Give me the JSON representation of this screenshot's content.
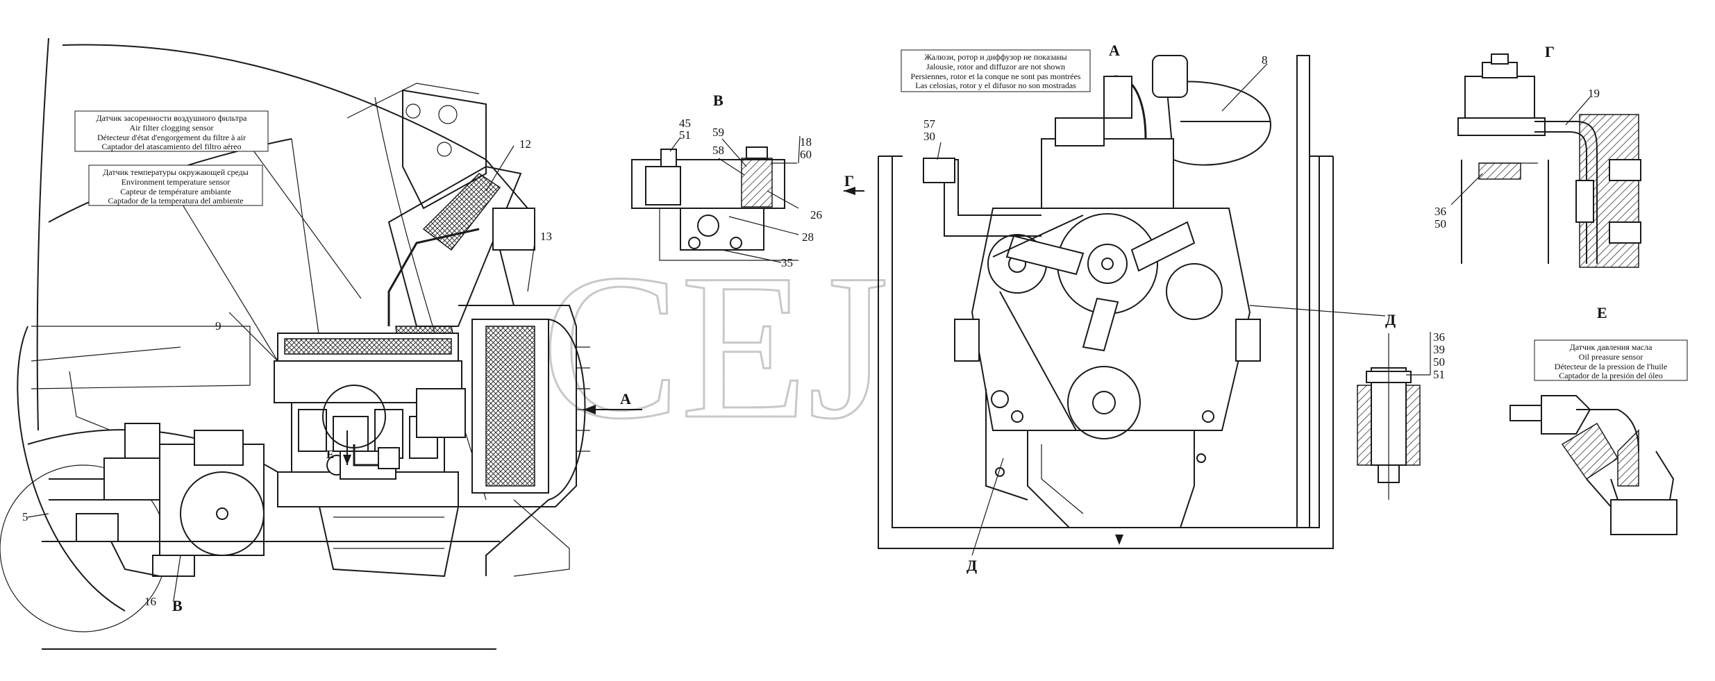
{
  "watermark": "CEJ",
  "notes": {
    "air_filter_sensor": [
      "Датчик засоренности воздушного фильтра",
      "Air filter clogging sensor",
      "Détecteur d'état d'engorgement du filtre à air",
      "Captador del atascamiento del filtro aéreo"
    ],
    "env_temp_sensor": [
      "Датчик температуры окружающей среды",
      "Environment temperature sensor",
      "Capteur de température ambiante",
      "Captador de la temperatura del  ambiente"
    ],
    "jalousie": [
      "Жалюзи, ротор и диффузор не показаны",
      "Jalousie, rotor and diffuzor are not shown",
      "Persiennes, rotor et la conque ne sont pas montrées",
      "Las celosias, rotor y el difusor no son mostradas"
    ],
    "oil_pressure_sensor": [
      "Датчик давления масла",
      "Oil preasure sensor",
      "Détecteur de la pression de l'huile",
      "Captador de la presión del óleo"
    ]
  },
  "views": {
    "A_label": "А",
    "A_arrow": "А",
    "B_label": "В",
    "B_ref": "В",
    "G_label": "Г",
    "G_arrow": "Г",
    "D_label": "Д",
    "D_ref": "Д",
    "E_label": "Е",
    "E_ref": "E"
  },
  "callouts": {
    "c5": "5",
    "c9": "9",
    "c12": "12",
    "c13": "13",
    "c16": "16",
    "b_45": "45",
    "b_51": "51",
    "b_59": "59",
    "b_58": "58",
    "b_18": "18",
    "b_60": "60",
    "b_26": "26",
    "b_28": "28",
    "b_35": "35",
    "a_8": "8",
    "a_57": "57",
    "a_30": "30",
    "g_19": "19",
    "g_36": "36",
    "g_50": "50",
    "d_36": "36",
    "d_39": "39",
    "d_50": "50",
    "d_51": "51"
  }
}
